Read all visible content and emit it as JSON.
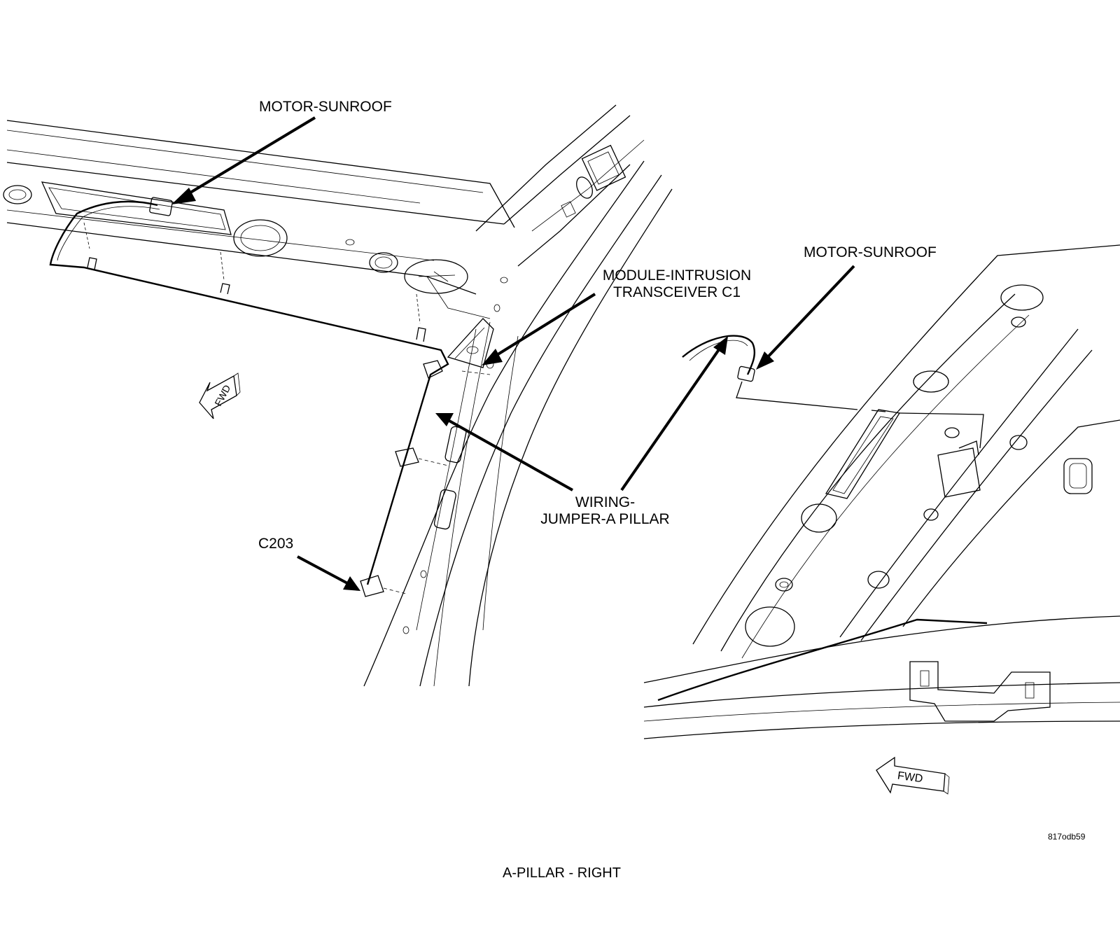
{
  "labels": {
    "motor_sunroof_left": "MOTOR-SUNROOF",
    "motor_sunroof_right": "MOTOR-SUNROOF",
    "module_intrusion_line1": "MODULE-INTRUSION",
    "module_intrusion_line2": "TRANSCEIVER C1",
    "wiring_line1": "WIRING-",
    "wiring_line2": "JUMPER-A PILLAR",
    "c203": "C203",
    "fwd_left": "FWD",
    "fwd_right": "FWD"
  },
  "figure_code": "817odb59",
  "caption": "A-PILLAR - RIGHT"
}
